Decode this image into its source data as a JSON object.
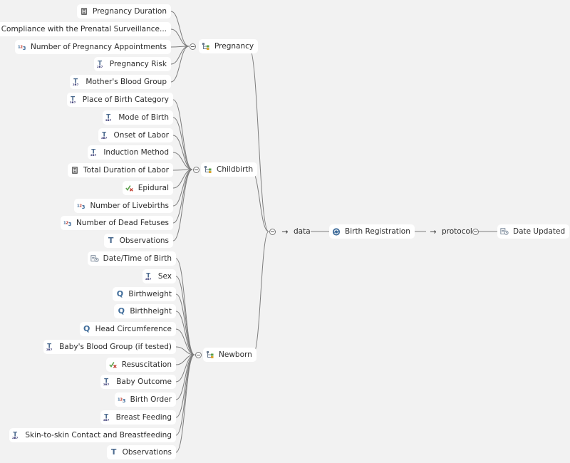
{
  "root": {
    "label": "Birth Registration",
    "icon": "archetype-cycle-icon"
  },
  "data_branch": {
    "label": "data",
    "icon": "arrow-right-icon"
  },
  "protocol_branch": {
    "label": "protocol",
    "icon": "arrow-right-icon"
  },
  "protocol_items": [
    {
      "label": "Date Updated",
      "icon": "date-time-icon"
    }
  ],
  "groups": [
    {
      "label": "Pregnancy",
      "icon": "cluster-icon",
      "items": [
        {
          "label": "Pregnancy Duration",
          "icon": "duration-icon"
        },
        {
          "label": "Compliance with the Prenatal Surveillance...",
          "icon": "boolean-icon"
        },
        {
          "label": "Number of Pregnancy Appointments",
          "icon": "count-icon"
        },
        {
          "label": "Pregnancy Risk",
          "icon": "coded-text-icon"
        },
        {
          "label": "Mother's Blood Group",
          "icon": "coded-text-icon"
        }
      ]
    },
    {
      "label": "Childbirth",
      "icon": "cluster-icon",
      "items": [
        {
          "label": "Place of Birth Category",
          "icon": "coded-text-icon"
        },
        {
          "label": "Mode of Birth",
          "icon": "coded-text-icon"
        },
        {
          "label": "Onset of Labor",
          "icon": "coded-text-icon"
        },
        {
          "label": "Induction Method",
          "icon": "coded-text-icon"
        },
        {
          "label": "Total Duration of Labor",
          "icon": "duration-icon"
        },
        {
          "label": "Epidural",
          "icon": "boolean-icon"
        },
        {
          "label": "Number of Livebirths",
          "icon": "count-icon"
        },
        {
          "label": "Number of Dead Fetuses",
          "icon": "count-icon"
        },
        {
          "label": "Observations",
          "icon": "text-icon"
        }
      ]
    },
    {
      "label": "Newborn",
      "icon": "cluster-icon",
      "items": [
        {
          "label": "Date/Time of Birth",
          "icon": "date-time-icon"
        },
        {
          "label": "Sex",
          "icon": "coded-text-icon"
        },
        {
          "label": "Birthweight",
          "icon": "quantity-icon"
        },
        {
          "label": "Birthheight",
          "icon": "quantity-icon"
        },
        {
          "label": "Head Circumference",
          "icon": "quantity-icon"
        },
        {
          "label": "Baby's Blood Group (if tested)",
          "icon": "coded-text-icon"
        },
        {
          "label": "Resuscitation",
          "icon": "boolean-icon"
        },
        {
          "label": "Baby Outcome",
          "icon": "coded-text-icon"
        },
        {
          "label": "Birth Order",
          "icon": "count-icon"
        },
        {
          "label": "Breast Feeding",
          "icon": "coded-text-icon"
        },
        {
          "label": "Skin-to-skin Contact and Breastfeeding",
          "icon": "coded-text-icon"
        },
        {
          "label": "Observations",
          "icon": "text-icon"
        }
      ]
    }
  ]
}
